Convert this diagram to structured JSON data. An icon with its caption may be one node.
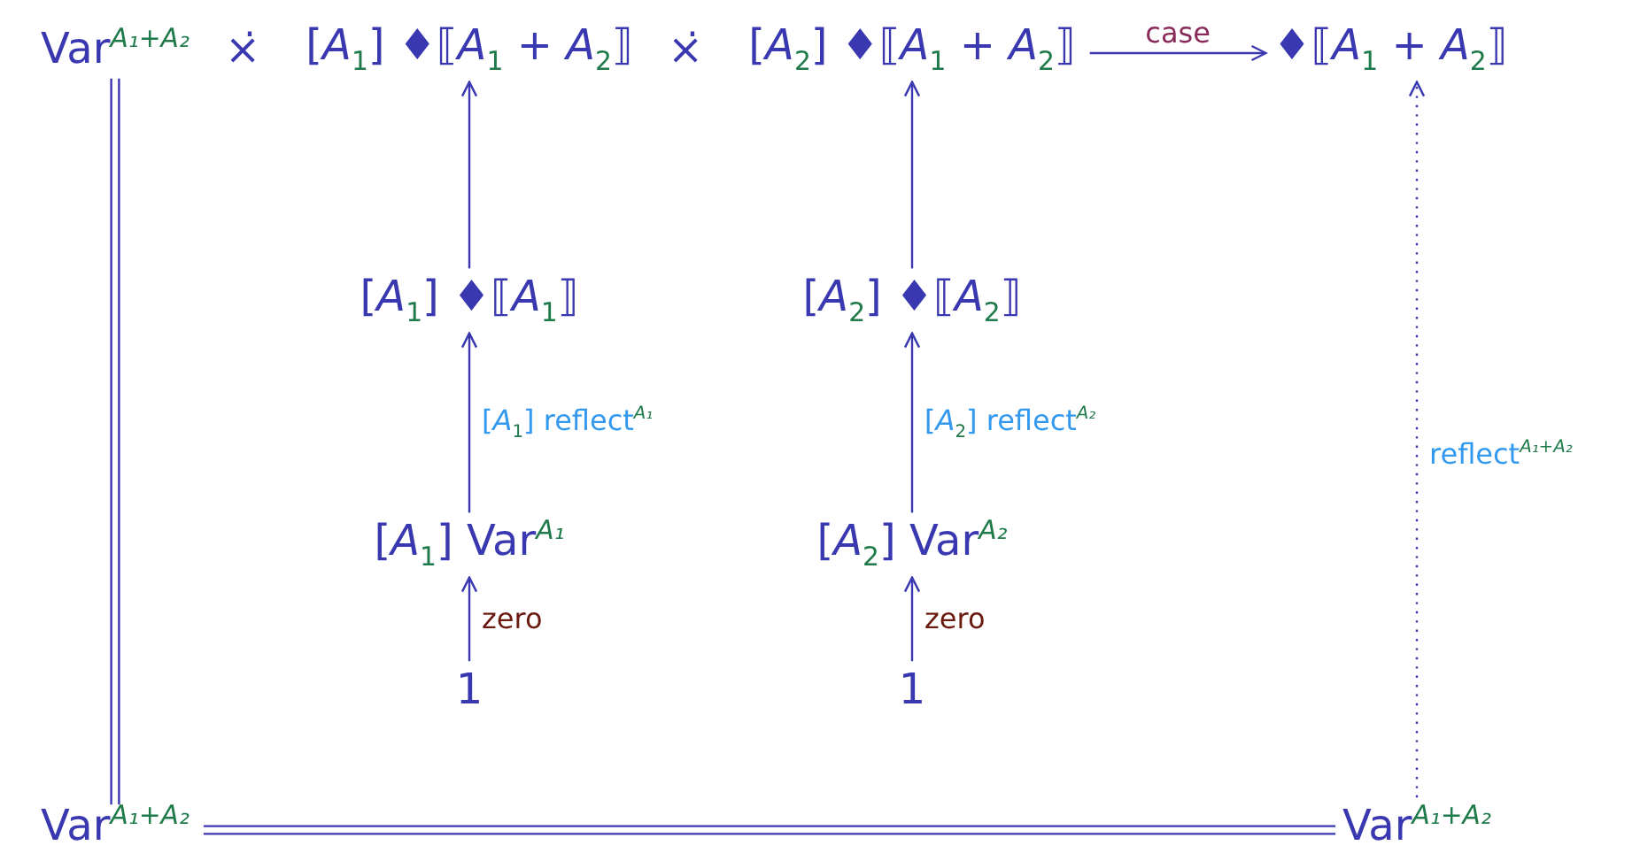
{
  "diagram": {
    "nodes": [
      {
        "text": [
          "Var$^{A₁+A₂}$"
        ]
      },
      {
        "text": [
          "[*A*$_{1}$] ♦⟦*A*$_{1}$ + *A*$_{2}$⟧"
        ]
      },
      {
        "text": [
          "[*A*$_{2}$] ♦⟦*A*$_{1}$ + *A*$_{2}$⟧"
        ]
      },
      {
        "text": [
          "♦⟦*A*$_{1}$ + *A*$_{2}$⟧"
        ]
      },
      {
        "text": [
          "[*A*$_{1}$] ♦⟦*A*$_{1}$⟧"
        ]
      },
      {
        "text": [
          "[*A*$_{2}$] ♦⟦*A*$_{2}$⟧"
        ]
      },
      {
        "text": [
          "[*A*$_{1}$] Var$^{A₁}$"
        ]
      },
      {
        "text": [
          "[*A*$_{2}$] Var$^{A₂}$"
        ]
      },
      {
        "text": [
          "1"
        ]
      },
      {
        "text": [
          "1"
        ]
      },
      {
        "text": [
          "Var$^{A₁+A₂}$"
        ]
      },
      {
        "text": [
          "Var$^{A₁+A₂}$"
        ]
      }
    ],
    "edges": [
      {
        "from": 2,
        "to": 3,
        "arrow": "to",
        "label": "case"
      },
      {
        "from": 4,
        "to": 1,
        "arrow": "to"
      },
      {
        "from": 5,
        "to": 2,
        "arrow": "to"
      },
      {
        "from": 6,
        "to": 4,
        "arrow": "to",
        "label": "[*A*$_{1}$] reflect$^{A₁}$"
      },
      {
        "from": 7,
        "to": 5,
        "arrow": "to",
        "label": "[*A*$_{2}$] reflect$^{A₂}$"
      },
      {
        "from": 8,
        "to": 6,
        "arrow": "to",
        "label": "zero"
      },
      {
        "from": 9,
        "to": 7,
        "arrow": "to",
        "label": "zero"
      },
      {
        "from": 0,
        "to": 10,
        "arrow": "none"
      },
      {
        "from": 10,
        "to": 11,
        "arrow": "none"
      },
      {
        "from": 11,
        "to": 3,
        "arrow": "to",
        "style": "dashed",
        "label": "reflect$^{A₁+A₂}$"
      }
    ],
    "labels": [
      "×̇",
      "×̇"
    ]
  }
}
